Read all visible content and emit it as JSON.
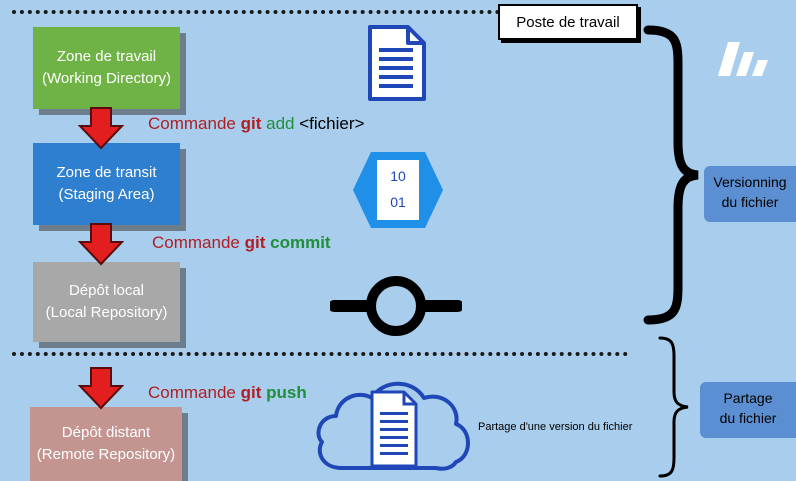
{
  "header": {
    "workstation_label": "Poste de travail"
  },
  "zones": {
    "working": {
      "line1": "Zone de travail",
      "line2": "(Working Directory)",
      "color": "#6fb245"
    },
    "staging": {
      "line1": "Zone de transit",
      "line2": "(Staging Area)",
      "color": "#2f7fd0"
    },
    "local": {
      "line1": "Dépôt local",
      "line2": "(Local Repository)",
      "color": "#a8a8a8"
    },
    "remote": {
      "line1": "Dépôt distant",
      "line2": "(Remote Repository)",
      "color": "#c49490"
    }
  },
  "commands": {
    "add": {
      "prefix": "Commande",
      "git": "git",
      "verb": "add",
      "arg": "<fichier>"
    },
    "commit": {
      "prefix": "Commande",
      "git": "git",
      "verb": "commit"
    },
    "push": {
      "prefix": "Commande",
      "git": "git",
      "verb": "push"
    }
  },
  "binary_icon": {
    "line1": "10",
    "line2": "01"
  },
  "side_labels": {
    "versioning": {
      "line1": "Versionning",
      "line2": "du fichier"
    },
    "sharing": {
      "line1": "Partage",
      "line2": "du fichier"
    }
  },
  "cloud_caption": "Partage d'une version du fichier",
  "colors": {
    "command_red": "#b01e24",
    "command_green": "#1f8f3a",
    "arrow_red": "#e21e1e",
    "icon_blue": "#1f47b8"
  }
}
